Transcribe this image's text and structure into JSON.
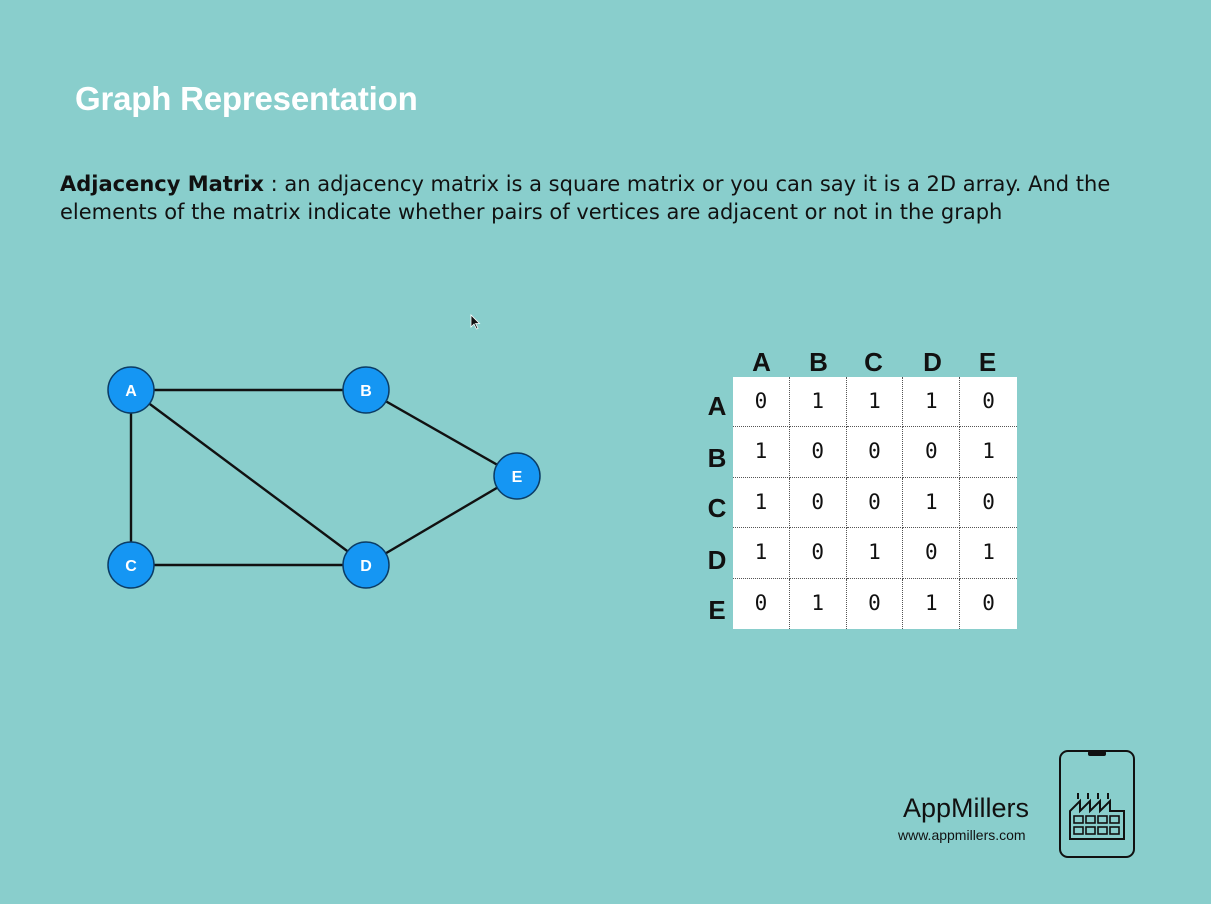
{
  "title": "Graph Representation",
  "definition": {
    "term": "Adjacency Matrix",
    "text": " : an adjacency matrix is a square matrix or you can say it is a 2D array. And the elements of the matrix indicate whether pairs of vertices are adjacent or not in the graph"
  },
  "graph": {
    "nodes": [
      "A",
      "B",
      "C",
      "D",
      "E"
    ],
    "edges": [
      [
        "A",
        "B"
      ],
      [
        "A",
        "C"
      ],
      [
        "A",
        "D"
      ],
      [
        "B",
        "E"
      ],
      [
        "C",
        "D"
      ],
      [
        "D",
        "E"
      ]
    ],
    "node_color": "#1596f3"
  },
  "matrix": {
    "columns": [
      "A",
      "B",
      "C",
      "D",
      "E"
    ],
    "rows": [
      "A",
      "B",
      "C",
      "D",
      "E"
    ],
    "values": [
      [
        "0",
        "1",
        "1",
        "1",
        "0"
      ],
      [
        "1",
        "0",
        "0",
        "0",
        "1"
      ],
      [
        "1",
        "0",
        "0",
        "1",
        "0"
      ],
      [
        "1",
        "0",
        "1",
        "0",
        "1"
      ],
      [
        "0",
        "1",
        "0",
        "1",
        "0"
      ]
    ]
  },
  "brand": {
    "name": "AppMillers",
    "url": "www.appmillers.com",
    "logo_icon": "phone-factory-icon"
  },
  "colors": {
    "background": "#89cecc",
    "title": "#ffffff",
    "node": "#1596f3"
  }
}
